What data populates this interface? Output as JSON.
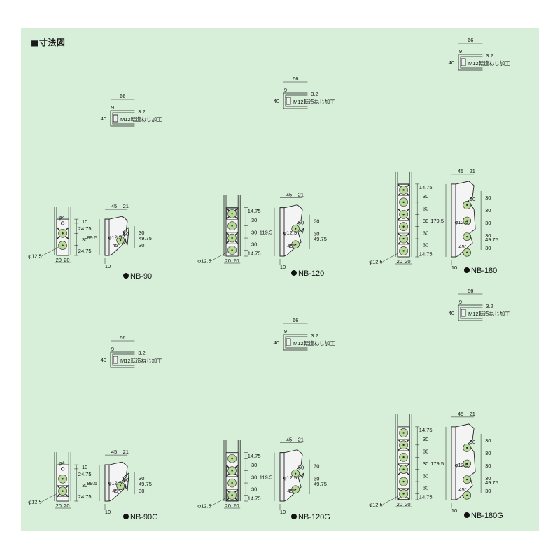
{
  "title": "■寸法図",
  "thread_note": "M12転造ねじ加工",
  "top_view": {
    "width": "66",
    "gap": "9",
    "thickness": "3.2",
    "height": "40"
  },
  "common": {
    "side_width": "45",
    "notch_width": "21",
    "slot_offset": "50",
    "angle": "45°",
    "bottom_gap": "10",
    "half_width": "20",
    "hole_dia": "φ12.5"
  },
  "models": [
    {
      "name": "NB-90",
      "height": "89.5",
      "pitches": [
        "10",
        "24.75",
        "30",
        "24.75"
      ],
      "side_pitches": [
        "30",
        "30"
      ],
      "tail": "49.75",
      "small_hole": "φ4",
      "hole_label": "φ12.5",
      "body_holes": 3,
      "side_holes": 1,
      "rows": [
        "sm",
        "star",
        "pl"
      ]
    },
    {
      "name": "NB-120",
      "height": "119.5",
      "pitches": [
        "14.75",
        "30",
        "30",
        "30",
        "14.75"
      ],
      "side_pitches": [
        "30",
        "30"
      ],
      "tail": "49.75",
      "hole_label": "φ12.5",
      "body_holes": 4,
      "side_holes": 2,
      "rows": [
        "star",
        "pl",
        "star",
        "pl"
      ]
    },
    {
      "name": "NB-180",
      "height": "179.5",
      "pitches": [
        "14.75",
        "30",
        "30",
        "30",
        "30",
        "30",
        "14.75"
      ],
      "side_pitches": [
        "30",
        "30",
        "30",
        "30",
        "30"
      ],
      "tail": "49.75",
      "hole_label": "φ12.5",
      "body_holes": 6,
      "side_holes": 4,
      "rows": [
        "star",
        "pl",
        "star",
        "pl",
        "star",
        "pl"
      ]
    },
    {
      "name": "NB-90G",
      "height": "89.5",
      "pitches": [
        "10",
        "24.75",
        "30",
        "24.75"
      ],
      "side_pitches": [
        "30",
        "30"
      ],
      "tail": "49.75",
      "small_hole": "φ4",
      "hole_label": "φ12.5",
      "body_holes": 3,
      "side_holes": 1,
      "rows": [
        "sm",
        "pl",
        "star"
      ]
    },
    {
      "name": "NB-120G",
      "height": "119.5",
      "pitches": [
        "14.75",
        "30",
        "30",
        "30",
        "14.75"
      ],
      "side_pitches": [
        "30",
        "30"
      ],
      "tail": "49.75",
      "hole_label": "φ12.5",
      "body_holes": 4,
      "side_holes": 2,
      "rows": [
        "pl",
        "star",
        "pl",
        "star"
      ]
    },
    {
      "name": "NB-180G",
      "height": "179.5",
      "pitches": [
        "14.75",
        "30",
        "30",
        "30",
        "30",
        "30",
        "14.75"
      ],
      "side_pitches": [
        "30",
        "30",
        "30",
        "30",
        "30"
      ],
      "tail": "49.75",
      "hole_label": "φ12.5",
      "body_holes": 6,
      "side_holes": 4,
      "rows": [
        "pl",
        "star",
        "pl",
        "star",
        "pl",
        "star"
      ]
    }
  ]
}
